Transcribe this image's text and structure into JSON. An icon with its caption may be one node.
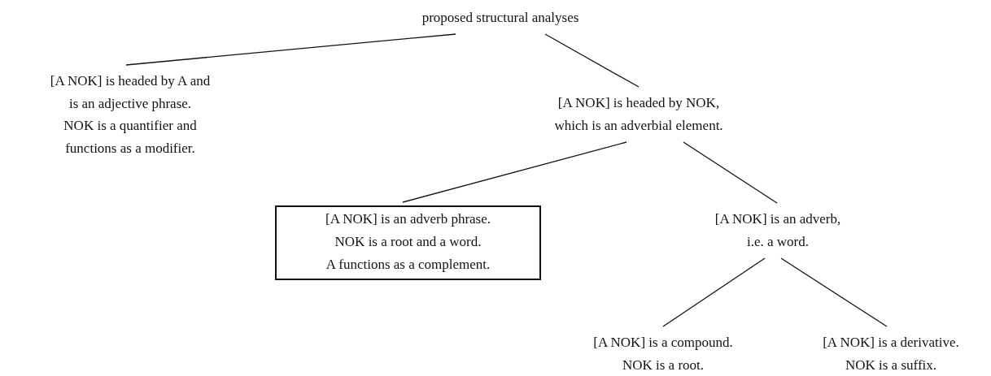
{
  "diagram": {
    "nodes": [
      {
        "text": [
          "proposed structural analyses"
        ]
      },
      {
        "text": [
          "[A NOK] is headed by A and is an adjective phrase.",
          "NOK is a quantifier and functions as a modifier."
        ]
      },
      {
        "text": [
          "[A NOK] is headed by NOK, which is an adverbial element."
        ]
      },
      {
        "text": [
          "[A NOK] is an adverb phrase.",
          "NOK is a root and a word.",
          "A functions as a complement."
        ]
      },
      {
        "text": [
          "[A NOK] is an adverb, i.e. a word."
        ]
      },
      {
        "text": [
          "[A NOK] is a compound.",
          "NOK is a root."
        ]
      },
      {
        "text": [
          "[A NOK] is a derivative.",
          "NOK is a suffix."
        ]
      }
    ],
    "edges": [
      {
        "from": 0,
        "to": 1,
        "arrow": "none"
      },
      {
        "from": 0,
        "to": 2,
        "arrow": "none"
      },
      {
        "from": 2,
        "to": 3,
        "arrow": "none"
      },
      {
        "from": 2,
        "to": 4,
        "arrow": "none"
      },
      {
        "from": 4,
        "to": 5,
        "arrow": "none"
      },
      {
        "from": 4,
        "to": 6,
        "arrow": "none"
      }
    ]
  }
}
